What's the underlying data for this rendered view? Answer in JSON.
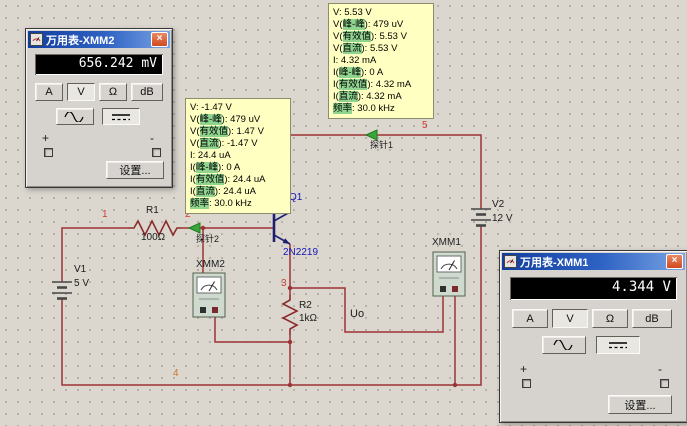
{
  "workspace": {
    "background": "#dbd7cf",
    "grid_dot_color": "#aaa69c"
  },
  "windows": {
    "xmm2": {
      "title": "万用表-XMM2",
      "display_value": "656.242 mV",
      "mode_buttons": [
        "A",
        "V",
        "Ω",
        "dB"
      ],
      "active_mode": "V",
      "active_wave": "dc",
      "ac_icon": "sine-wave-icon",
      "dc_icon": "dc-level-icon",
      "terminal_plus": "+",
      "terminal_minus": "-",
      "settings_label": "设置...",
      "close_label": "×"
    },
    "xmm1": {
      "title": "万用表-XMM1",
      "display_value": "4.344 V",
      "mode_buttons": [
        "A",
        "V",
        "Ω",
        "dB"
      ],
      "active_mode": "V",
      "active_wave": "dc",
      "ac_icon": "sine-wave-icon",
      "dc_icon": "dc-level-icon",
      "terminal_plus": "+",
      "terminal_minus": "-",
      "settings_label": "设置...",
      "close_label": "×"
    }
  },
  "tooltips": {
    "probe1": {
      "lines": [
        {
          "pre": "V: 5.53 V",
          "hl": "",
          "post": ""
        },
        {
          "pre": "V(",
          "hl": "峰-峰",
          "post": "): 479 uV"
        },
        {
          "pre": "V(",
          "hl": "有效值",
          "post": "): 5.53 V"
        },
        {
          "pre": "V(",
          "hl": "直流",
          "post": "): 5.53 V"
        },
        {
          "pre": "I: 4.32 mA",
          "hl": "",
          "post": ""
        },
        {
          "pre": "I(",
          "hl": "峰-峰",
          "post": "): 0 A"
        },
        {
          "pre": "I(",
          "hl": "有效值",
          "post": "): 4.32 mA"
        },
        {
          "pre": "I(",
          "hl": "直流",
          "post": "): 4.32 mA"
        },
        {
          "pre": "",
          "hl": "频率",
          "post": ": 30.0 kHz"
        }
      ]
    },
    "probe2": {
      "lines": [
        {
          "pre": "V: -1.47 V",
          "hl": "",
          "post": ""
        },
        {
          "pre": "V(",
          "hl": "峰-峰",
          "post": "): 479 uV"
        },
        {
          "pre": "V(",
          "hl": "有效值",
          "post": "): 1.47 V"
        },
        {
          "pre": "V(",
          "hl": "直流",
          "post": "): -1.47 V"
        },
        {
          "pre": "I: 24.4 uA",
          "hl": "",
          "post": ""
        },
        {
          "pre": "I(",
          "hl": "峰-峰",
          "post": "): 0 A"
        },
        {
          "pre": "I(",
          "hl": "有效值",
          "post": "): 24.4 uA"
        },
        {
          "pre": "I(",
          "hl": "直流",
          "post": "): 24.4 uA"
        },
        {
          "pre": "",
          "hl": "频率",
          "post": ": 30.0 kHz"
        }
      ]
    }
  },
  "circuit": {
    "nodes": {
      "n1": "1",
      "n2": "2",
      "n3": "3",
      "n4": "4",
      "n5": "5"
    },
    "components": {
      "r1_name": "R1",
      "r1_value": "100Ω",
      "r2_name": "R2",
      "r2_value": "1kΩ",
      "v1_name": "V1",
      "v1_value": "5 V",
      "v2_name": "V2",
      "v2_value": "12 V",
      "q1_name": "Q1",
      "q1_model": "2N2219",
      "xmm1_label": "XMM1",
      "xmm2_label": "XMM2",
      "output_label": "Uo",
      "probe1_label": "探针1",
      "probe2_label": "探针2"
    },
    "colors": {
      "wire": "#9c3234",
      "resistor": "#8c2b2b",
      "source": "#474747",
      "transistor": "#1f1f6e",
      "node_text": "#cf3a30",
      "probe_arrow": "#3aa53a"
    }
  }
}
